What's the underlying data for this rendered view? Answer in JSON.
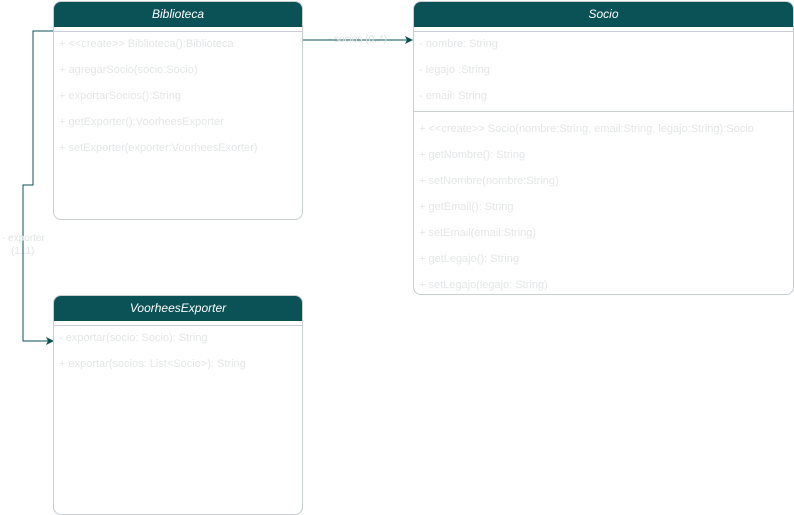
{
  "classes": {
    "biblioteca": {
      "name": "Biblioteca",
      "attributes": [],
      "methods": [
        "+ <<create>> Biblioteca():Biblioteca",
        "+ agregarSocio(socio:Socio)",
        "+ exportarSocios():String",
        "+ getExporter():VoorheesExporter",
        "+ setExporter(exporter:VoorheesExorter)"
      ]
    },
    "socio": {
      "name": "Socio",
      "attributes": [
        "- nombre: String",
        "- legajo :String",
        "- email: String"
      ],
      "methods": [
        "+ <<create>> Socio(nombre:String, email:String, legajo:String):Socio",
        "+ getNombre(): String",
        "+ setNombre(nombre:String)",
        "+ getEmail(): String",
        "+ setEmail(email:String)",
        "+ getLegajo(): String",
        "+ setLegajo(legajo: String)"
      ]
    },
    "voorhees": {
      "name": "VoorheesExporter",
      "attributes": [],
      "methods": [
        "- exportar(socio: Socio): String",
        "+ exportar(socios: List<Socio>): String"
      ]
    }
  },
  "associations": {
    "socios": {
      "label": "- socios (0..*)"
    },
    "exporter": {
      "label": "- exporter",
      "multiplicity": "(1..1)"
    }
  },
  "colors": {
    "header": "#0b5257",
    "border": "#c9ced1",
    "connector": "#0b5257"
  }
}
